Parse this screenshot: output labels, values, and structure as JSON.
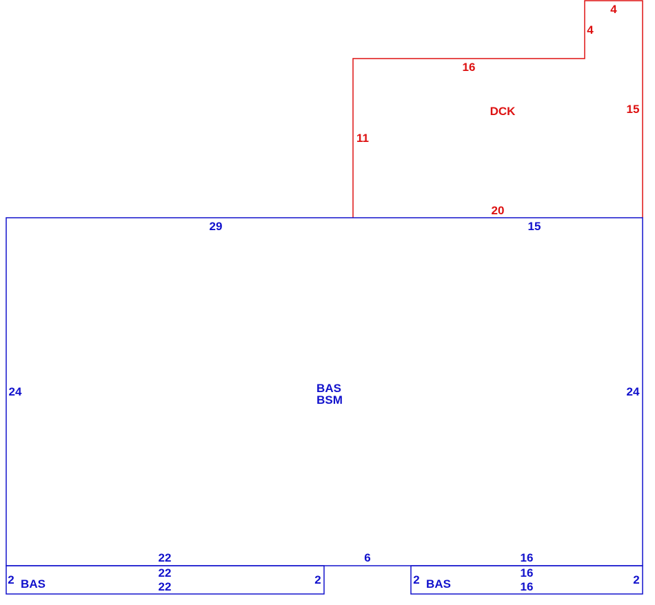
{
  "colors": {
    "deck": "#dd1111",
    "base": "#1111cc"
  },
  "deck": {
    "area_label": "DCK",
    "dims": {
      "top_notch_width": "4",
      "notch_height": "4",
      "upper_width": "16",
      "left_side": "11",
      "right_side": "15",
      "bottom_width": "20"
    }
  },
  "main_building": {
    "area_label_1": "BAS",
    "area_label_2": "BSM",
    "dims": {
      "top_left": "29",
      "top_right": "15",
      "left_side": "24",
      "right_side": "24",
      "bottom_left": "22",
      "bottom_middle": "6",
      "bottom_right": "16"
    }
  },
  "left_addition": {
    "area_label": "BAS",
    "dims": {
      "top": "22",
      "bottom": "22",
      "left": "2",
      "right": "2"
    }
  },
  "right_addition": {
    "area_label": "BAS",
    "dims": {
      "top": "16",
      "bottom": "16",
      "left": "2",
      "right": "2"
    }
  }
}
